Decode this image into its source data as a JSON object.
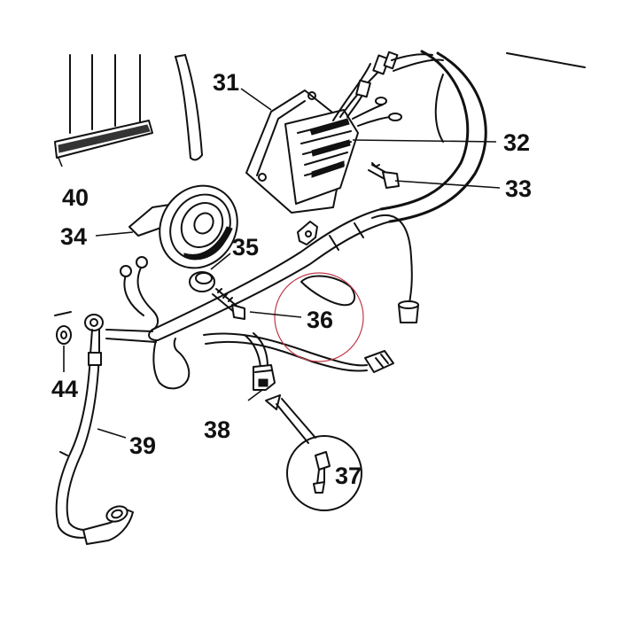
{
  "diagram": {
    "colors": {
      "ink": "#111111",
      "paper": "#ffffff",
      "highlight_circle": "#c0394a"
    },
    "callouts": [
      {
        "id": "31",
        "label": "31"
      },
      {
        "id": "32",
        "label": "32"
      },
      {
        "id": "33",
        "label": "33"
      },
      {
        "id": "34",
        "label": "34"
      },
      {
        "id": "35",
        "label": "35"
      },
      {
        "id": "36",
        "label": "36"
      },
      {
        "id": "37",
        "label": "37"
      },
      {
        "id": "38",
        "label": "38"
      },
      {
        "id": "39",
        "label": "39"
      },
      {
        "id": "40",
        "label": "40"
      },
      {
        "id": "44",
        "label": "44"
      }
    ]
  }
}
